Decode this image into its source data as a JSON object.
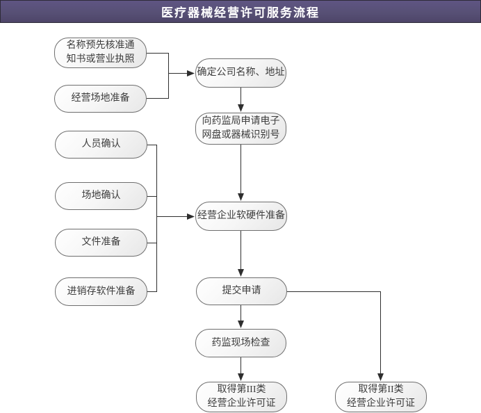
{
  "header": {
    "title": "医疗器械经营许可服务流程"
  },
  "diagram": {
    "nodes": {
      "pre_approval": {
        "label": "名称预先核准通\n知书或营业执照"
      },
      "site_prep": {
        "label": "经营场地准备"
      },
      "personnel_confirm": {
        "label": "人员确认"
      },
      "site_confirm": {
        "label": "场地确认"
      },
      "document_prep": {
        "label": "文件准备"
      },
      "inventory_software_prep": {
        "label": "进销存软件准备"
      },
      "company_name_address": {
        "label": "确定公司名称、地址"
      },
      "apply_device_id": {
        "label": "向药监局申请电子\n网盘或器械识别号"
      },
      "hw_sw_prep": {
        "label": "经营企业软硬件准备"
      },
      "submit_application": {
        "label": "提交申请"
      },
      "onsite_inspection": {
        "label": "药监现场检查"
      },
      "license_class_iii": {
        "label": "取得第III类\n经营企业许可证"
      },
      "license_class_ii": {
        "label": "取得第II类\n经营企业许可证"
      }
    },
    "colors": {
      "header_top": "#5f5583",
      "header_bottom": "#4e4569",
      "header_border": "#2e2b38",
      "header_text": "#ffffff",
      "node_border": "#6e6e6e",
      "node_fill_start": "#ffffff",
      "node_fill_end": "#e7e7e7",
      "node_text": "#3d3d3d",
      "connector": "#2e2e2e",
      "background": "#ffffff"
    }
  }
}
